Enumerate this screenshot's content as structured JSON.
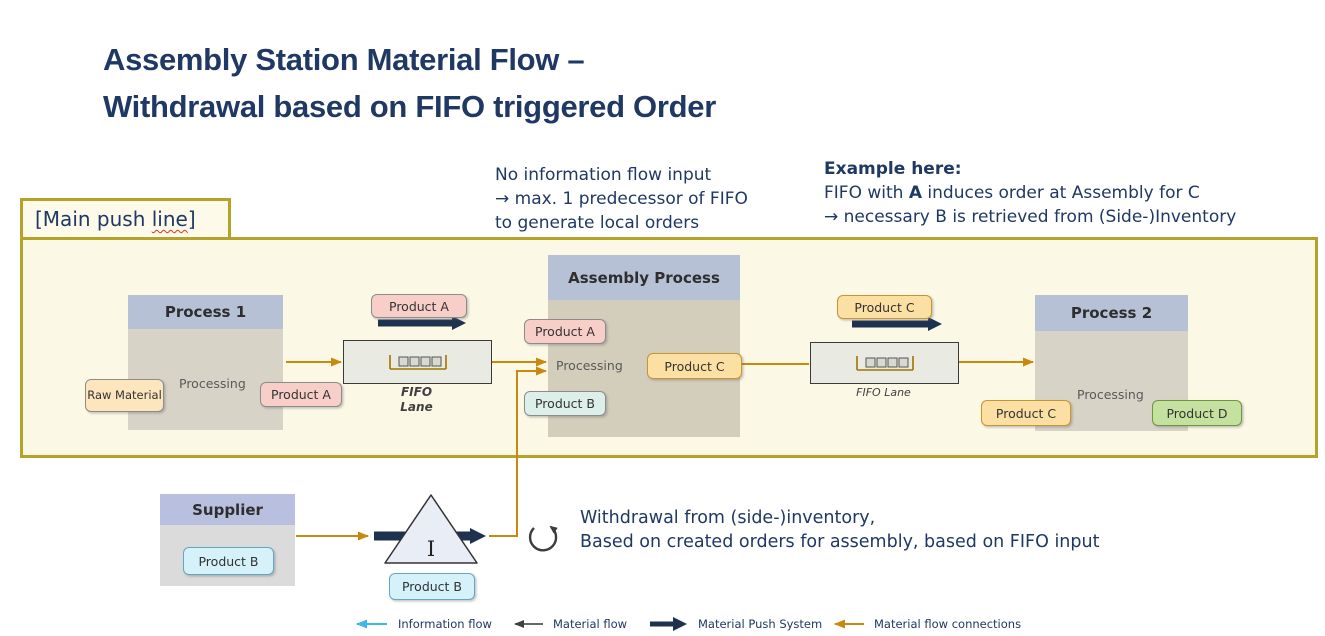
{
  "title": {
    "line1": "Assembly Station Material Flow –",
    "line2": "Withdrawal based on FIFO triggered Order"
  },
  "annotations": {
    "no_info_flow": {
      "lines": [
        "No information flow input",
        "→ max. 1 predecessor of FIFO",
        "to generate local orders"
      ]
    },
    "example": {
      "heading": "Example here:",
      "line1_pre": "FIFO with ",
      "line1_bold": "A",
      "line1_post": " induces order at Assembly for C",
      "line2": "→ necessary B is retrieved from (Side-)Inventory"
    },
    "withdrawal": {
      "lines": [
        "Withdrawal from (side-)inventory,",
        "Based on created orders for assembly, based on FIFO input"
      ]
    }
  },
  "main_push_line_label": {
    "text_pre": "[Main push ",
    "text_misspelled": "line",
    "text_post": "]"
  },
  "diagram": {
    "process1": {
      "header": "Process 1"
    },
    "assembly": {
      "header": "Assembly Process"
    },
    "process2": {
      "header": "Process 2"
    },
    "supplier": {
      "header": "Supplier"
    },
    "products": {
      "raw": "Raw Material",
      "a": "Product A",
      "b": "Product B",
      "c": "Product C",
      "d": "Product D"
    },
    "processing_label": "Processing",
    "fifo1": {
      "label_line1": "FIFO",
      "label_line2": "Lane"
    },
    "fifo2": {
      "label": "FIFO Lane"
    },
    "inventory": {
      "symbol": "I"
    }
  },
  "legend": {
    "items": [
      {
        "label": "Information flow"
      },
      {
        "label": "Material flow"
      },
      {
        "label": "Material Push System"
      },
      {
        "label": "Material flow connections"
      }
    ]
  },
  "colors": {
    "navy_text": "#1F3864",
    "olive_border": "#B5A228",
    "frame_fill": "#FCF8E6",
    "header_blue": "#B7C1D6",
    "orange_flow": "#C9880E",
    "push_arrow_navy": "#1E3250",
    "information_blue": "#41B6E8",
    "product_a_pink": "#F8CFC8",
    "product_b_blue": "#D5F1FA",
    "product_c_orange": "#FBDFA3",
    "product_d_green": "#C5E19F"
  }
}
